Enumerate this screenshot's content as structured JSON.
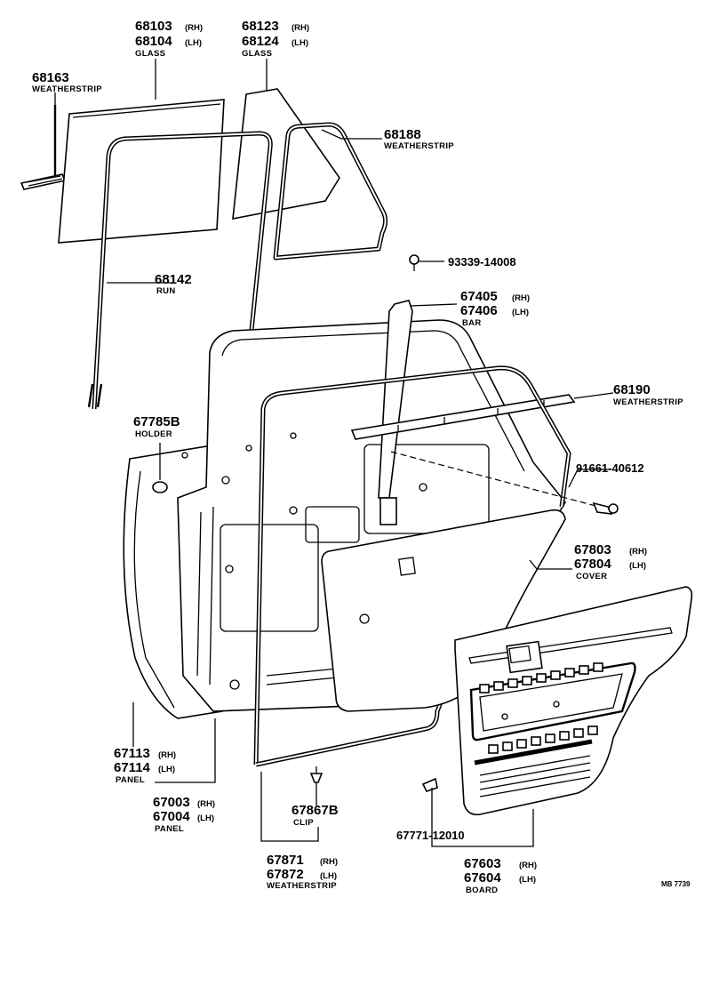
{
  "labels": {
    "glass_rear_a": {
      "n1": "68103",
      "s1": "(RH)",
      "n2": "68104",
      "s2": "(LH)",
      "cap": "GLASS"
    },
    "glass_rear_b": {
      "n1": "68123",
      "s1": "(RH)",
      "n2": "68124",
      "s2": "(LH)",
      "cap": "GLASS"
    },
    "weatherstrip_68163": {
      "n1": "68163",
      "cap": "WEATHERSTRIP"
    },
    "weatherstrip_68188": {
      "n1": "68188",
      "cap": "WEATHERSTRIP"
    },
    "run_68142": {
      "n1": "68142",
      "cap": "RUN"
    },
    "screw_93339": {
      "n1": "93339-14008"
    },
    "bar": {
      "n1": "67405",
      "s1": "(RH)",
      "n2": "67406",
      "s2": "(LH)",
      "cap": "BAR"
    },
    "weatherstrip_68190": {
      "n1": "68190",
      "cap": "WEATHERSTRIP"
    },
    "holder": {
      "n1": "67785B",
      "cap": "HOLDER"
    },
    "bolt_91661": {
      "n1": "91661-40612"
    },
    "cover": {
      "n1": "67803",
      "s1": "(RH)",
      "n2": "67804",
      "s2": "(LH)",
      "cap": "COVER"
    },
    "panel_outer": {
      "n1": "67113",
      "s1": "(RH)",
      "n2": "67114",
      "s2": "(LH)",
      "cap": "PANEL"
    },
    "panel_inner": {
      "n1": "67003",
      "s1": "(RH)",
      "n2": "67004",
      "s2": "(LH)",
      "cap": "PANEL"
    },
    "clip": {
      "n1": "67867B",
      "cap": "CLIP"
    },
    "clip_67771": {
      "n1": "67771-12010"
    },
    "weatherstrip_door": {
      "n1": "67871",
      "s1": "(RH)",
      "n2": "67872",
      "s2": "(LH)",
      "cap": "WEATHERSTRIP"
    },
    "board": {
      "n1": "67603",
      "s1": "(RH)",
      "n2": "67604",
      "s2": "(LH)",
      "cap": "BOARD"
    },
    "diagram_code": "MB 7739"
  }
}
